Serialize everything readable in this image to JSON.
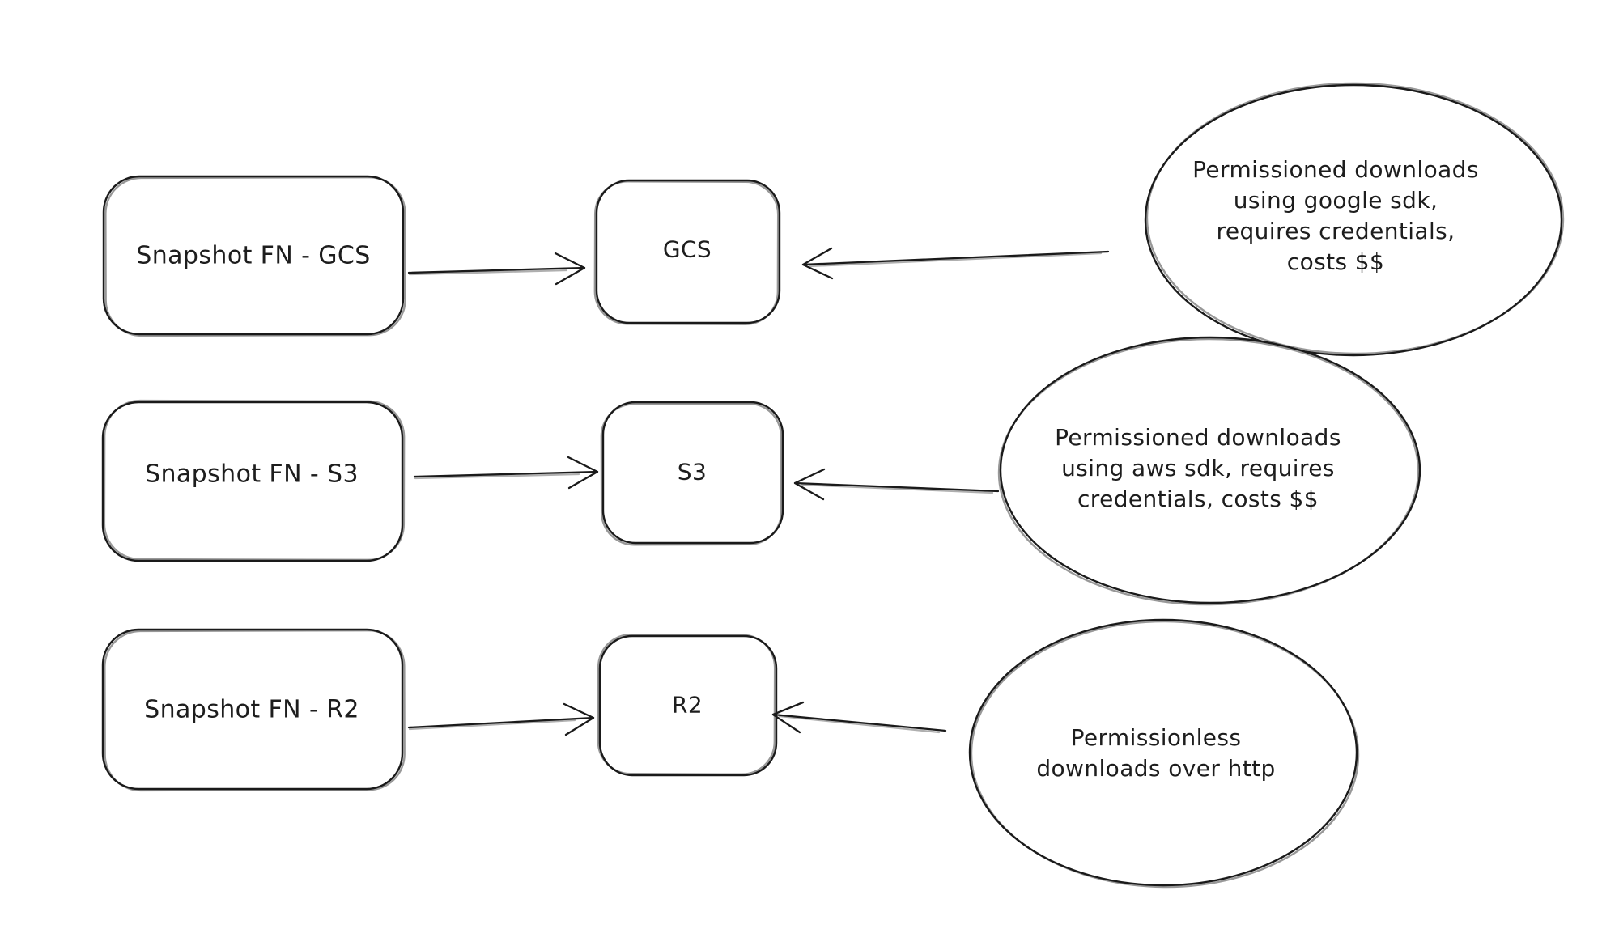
{
  "diagram": {
    "background_color": "#ffffff",
    "stroke_color": "#1a1a1a",
    "rows": [
      {
        "source_label": "Snapshot FN - GCS",
        "target_label": "GCS",
        "note": "Permissioned downloads\nusing google sdk,\nrequires credentials,\ncosts $$"
      },
      {
        "source_label": "Snapshot FN - S3",
        "target_label": "S3",
        "note": "Permissioned downloads\nusing aws sdk, requires\ncredentials, costs $$"
      },
      {
        "source_label": "Snapshot FN - R2",
        "target_label": "R2",
        "note": "Permissionless\ndownloads over http"
      }
    ]
  }
}
